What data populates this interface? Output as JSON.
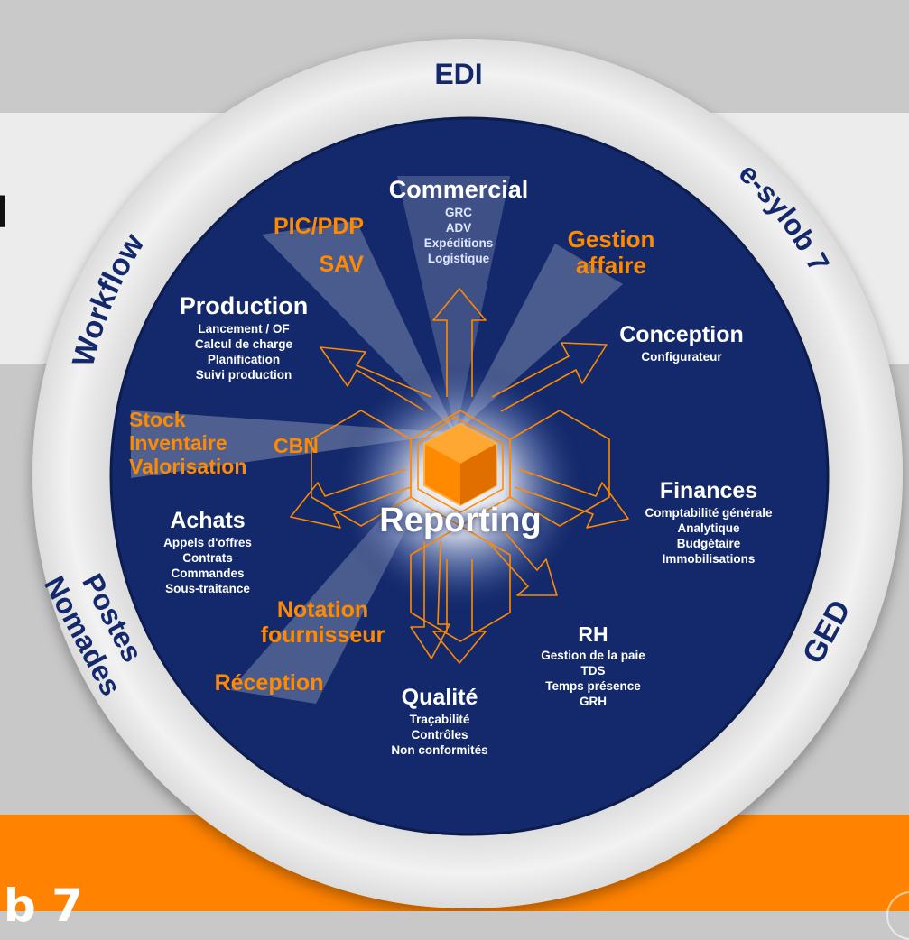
{
  "page": {
    "edge_left_text": "l",
    "edge_bottom_text": "b 7"
  },
  "ring": {
    "top": "EDI",
    "left_top": "Workflow",
    "right_top": "e-sylob 7",
    "right_bottom": "GED",
    "left_bottom_1": "Postes",
    "left_bottom_2": "Nomades"
  },
  "center": {
    "label": "Reporting"
  },
  "modules": {
    "commercial": {
      "title": "Commercial",
      "items": [
        "GRC",
        "ADV",
        "Expéditions",
        "Logistique"
      ]
    },
    "production": {
      "title": "Production",
      "items": [
        "Lancement / OF",
        "Calcul de charge",
        "Planification",
        "Suivi production"
      ]
    },
    "conception": {
      "title": "Conception",
      "items": [
        "Configurateur"
      ]
    },
    "finances": {
      "title": "Finances",
      "items": [
        "Comptabilité générale",
        "Analytique",
        "Budgétaire",
        "Immobilisations"
      ]
    },
    "achats": {
      "title": "Achats",
      "items": [
        "Appels d'offres",
        "Contrats",
        "Commandes",
        "Sous-traitance"
      ]
    },
    "rh": {
      "title": "RH",
      "items": [
        "Gestion de la paie",
        "TDS",
        "Temps présence",
        "GRH"
      ]
    },
    "qualite": {
      "title": "Qualité",
      "items": [
        "Traçabilité",
        "Contrôles",
        "Non conformités"
      ]
    }
  },
  "orange_labels": {
    "pic_pdp": "PIC/PDP",
    "sav": "SAV",
    "gestion_affaire_1": "Gestion",
    "gestion_affaire_2": "affaire",
    "stock": "Stock",
    "inventaire": "Inventaire",
    "valorisation": "Valorisation",
    "cbn": "CBN",
    "notation_1": "Notation",
    "notation_2": "fournisseur",
    "reception": "Réception"
  },
  "colors": {
    "navy": "#13296b",
    "orange": "#ff8a00",
    "ring_gray": "#e6e6e6",
    "bg_gray": "#c8c8c8"
  }
}
